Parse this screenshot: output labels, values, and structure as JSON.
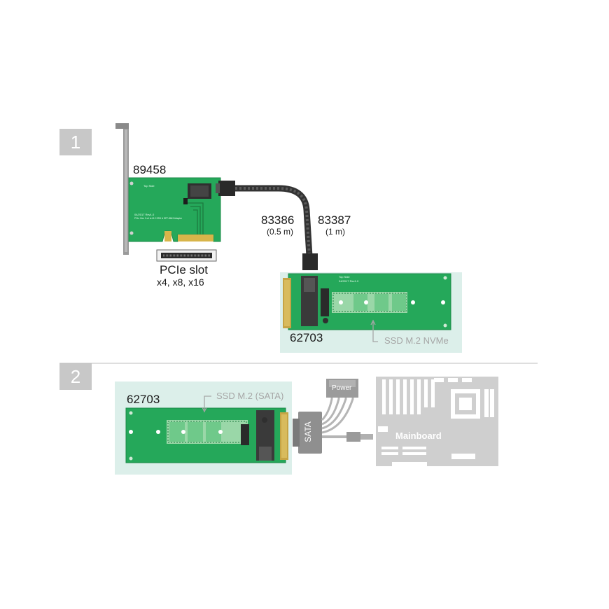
{
  "steps": {
    "one": "1",
    "two": "2"
  },
  "section1": {
    "adapter_card_id": "89458",
    "card_silk_top": "Top Side",
    "card_silk_line1": "04/2017 Rev1.0",
    "card_silk_line2": "PCIe Gen 3 x4 to M.2 SSD & SFF-8643 Adapter",
    "cable_id_a": "83386",
    "cable_len_a": "(0.5 m)",
    "cable_id_b": "83387",
    "cable_len_b": "(1 m)",
    "slot_label_line1": "PCIe slot",
    "slot_label_line2": "x4, x8, x16",
    "m2_board_id": "62703",
    "m2_board_silk_top": "Top Side",
    "m2_board_silk_line": "04/2017 Rev1.0",
    "ssd_label": "SSD M.2 NVMe"
  },
  "section2": {
    "m2_board_id": "62703",
    "ssd_label": "SSD M.2 (SATA)",
    "sata_label": "SATA",
    "power_label": "Power",
    "mainboard_label": "Mainboard"
  },
  "colors": {
    "pcb_green": "#25a85a",
    "panel_mint": "#dcefea",
    "step_gray": "#c8c8c8",
    "cable_black": "#222222",
    "mainboard_gray": "#cfcfcf"
  }
}
